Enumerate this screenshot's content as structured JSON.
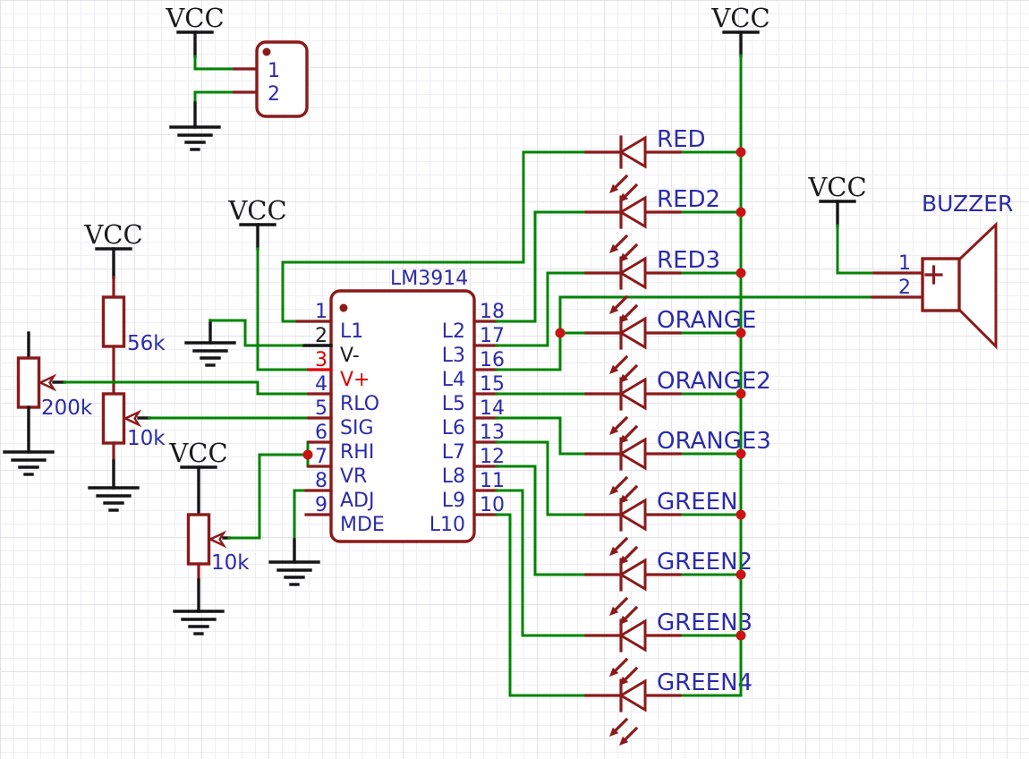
{
  "power": {
    "vcc": "VCC"
  },
  "connector": {
    "pin1": "1",
    "pin2": "2"
  },
  "ic": {
    "name": "LM3914",
    "left_pins": [
      {
        "num": "1",
        "name": "L1"
      },
      {
        "num": "2",
        "name": "V-"
      },
      {
        "num": "3",
        "name": "V+"
      },
      {
        "num": "4",
        "name": "RLO"
      },
      {
        "num": "5",
        "name": "SIG"
      },
      {
        "num": "6",
        "name": "RHI"
      },
      {
        "num": "7",
        "name": "VR"
      },
      {
        "num": "8",
        "name": "ADJ"
      },
      {
        "num": "9",
        "name": "MDE"
      }
    ],
    "right_pins": [
      {
        "num": "18",
        "name": "L2"
      },
      {
        "num": "17",
        "name": "L3"
      },
      {
        "num": "16",
        "name": "L4"
      },
      {
        "num": "15",
        "name": "L5"
      },
      {
        "num": "14",
        "name": "L6"
      },
      {
        "num": "13",
        "name": "L7"
      },
      {
        "num": "12",
        "name": "L8"
      },
      {
        "num": "11",
        "name": "L9"
      },
      {
        "num": "10",
        "name": "L10"
      }
    ]
  },
  "resistor_56k": {
    "value": "56k"
  },
  "pot_200k": {
    "value": "200k"
  },
  "pot_10k_divider": {
    "value": "10k"
  },
  "pot_10k_bottom": {
    "value": "10k"
  },
  "leds": [
    {
      "label": "RED"
    },
    {
      "label": "RED2"
    },
    {
      "label": "RED3"
    },
    {
      "label": "ORANGE"
    },
    {
      "label": "ORANGE2"
    },
    {
      "label": "ORANGE3"
    },
    {
      "label": "GREEN"
    },
    {
      "label": "GREEN2"
    },
    {
      "label": "GREEN3"
    },
    {
      "label": "GREEN4"
    }
  ],
  "buzzer": {
    "label": "BUZZER",
    "pin1": "1",
    "pin2": "2"
  },
  "colors": {
    "wire_green": "#008400",
    "component_maroon": "#8B1A1A",
    "junction_red": "#C81414",
    "label_blue": "#2B2BAC",
    "power_pin_red": "#DD0000",
    "net_black": "#151515"
  }
}
